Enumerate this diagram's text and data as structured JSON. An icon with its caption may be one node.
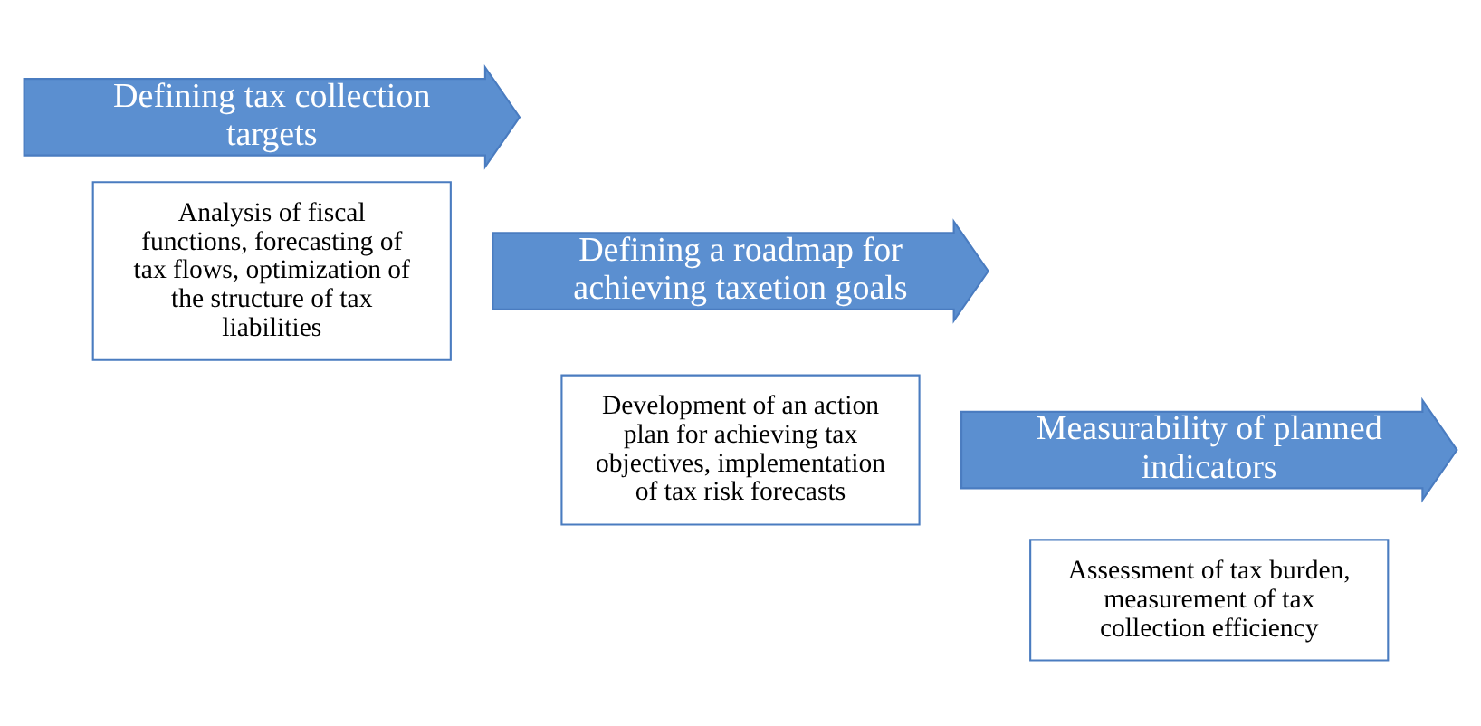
{
  "diagram": {
    "nodes": [
      {
        "text": [
          "Defining tax collection targets"
        ]
      },
      {
        "text": [
          "Analysis of fiscal functions, forecasting of tax flows, optimization of the structure of tax liabilities"
        ]
      },
      {
        "text": [
          "Defining a roadmap for achieving taxetion goals"
        ]
      },
      {
        "text": [
          "Development of an action plan for achieving tax objectives, implementation of tax risk forecasts"
        ]
      },
      {
        "text": [
          "Measurability of planned indicators"
        ]
      },
      {
        "text": [
          "Assessment of tax burden, measurement of tax collection efficiency"
        ]
      }
    ]
  }
}
